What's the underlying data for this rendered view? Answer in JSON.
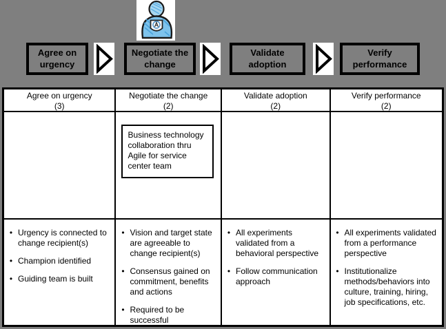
{
  "colors": {
    "background": "#7f7f7f",
    "table_background": "#ffffff",
    "border": "#000000",
    "icon_blue": "#7ec3ec"
  },
  "top_band": {
    "icon": "champion-person-icon",
    "stages": [
      {
        "label": "Agree on urgency"
      },
      {
        "label": "Negotiate the change"
      },
      {
        "label": "Validate adoption"
      },
      {
        "label": "Verify performance"
      }
    ]
  },
  "table": {
    "bullet_char": "•",
    "columns": [
      {
        "header": "Agree on urgency",
        "count": "(3)",
        "bullets": [
          "Urgency is connected to change recipient(s)",
          "Champion identified",
          "Guiding team is built"
        ]
      },
      {
        "header": "Negotiate the change",
        "count": "(2)",
        "note": "Business technology collaboration thru Agile for service center team",
        "bullets": [
          "Vision and target state are agreeable to change recipient(s)",
          "Consensus gained on commitment, benefits and actions",
          "Required to be successful"
        ]
      },
      {
        "header": "Validate adoption",
        "count": "(2)",
        "bullets": [
          "All experiments validated from a behavioral perspective",
          "Follow communication approach"
        ]
      },
      {
        "header": "Verify performance",
        "count": "(2)",
        "bullets": [
          "All experiments validated from a performance perspective",
          "Institutionalize methods/behaviors into culture, training, hiring, job specifications, etc."
        ]
      }
    ]
  }
}
